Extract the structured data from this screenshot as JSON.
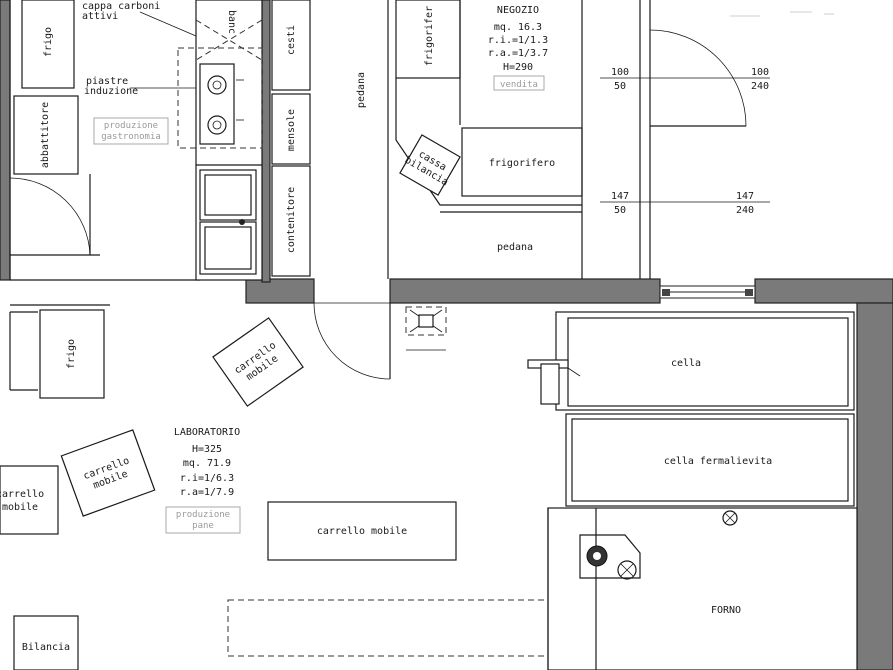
{
  "labels": {
    "cappa": "cappa carboni",
    "attivi": "attivi",
    "piastre": "piastre",
    "induzione": "induzione",
    "banco": "banc",
    "cestini": "cesti",
    "frigo_top": "frigo",
    "abbattitore": "abbattitore",
    "prod_gastro_1": "produzione",
    "prod_gastro_2": "gastronomia",
    "mensole": "mensole",
    "contenitore": "contenitore",
    "pedana_v": "pedana",
    "frigorifero_v": "frigorifer",
    "cassa_1": "cassa",
    "cassa_2": "bilancia",
    "frigorifero_h": "frigorifero",
    "pedana_h": "pedana",
    "frigo_mid": "frigo",
    "carrello_1a": "carrello",
    "carrello_1b": "mobile",
    "carrello_2a": "carrello",
    "carrello_2b": "mobile",
    "carrello_3a": "carrello",
    "carrello_3b": "mobile",
    "carrello_h": "carrello mobile",
    "cella": "cella",
    "cella_ferma": "cella fermalievita",
    "forno": "FORNO",
    "bilancia": "Bilancia"
  },
  "negozio": {
    "name": "NEGOZIO",
    "mq": "mq. 16.3",
    "ri": "r.i.=1/1.3",
    "ra": "r.a.=1/3.7",
    "h": "H=290",
    "use": "vendita"
  },
  "laboratorio": {
    "name": "LABORATORIO",
    "h": "H=325",
    "mq": "mq. 71.9",
    "ri": "r.i=1/6.3",
    "ra": "r.a=1/7.9",
    "use_1": "produzione",
    "use_2": "pane"
  },
  "windows": {
    "w1_a_top": "100",
    "w1_a_bot": "50",
    "w1_b_top": "100",
    "w1_b_bot": "240",
    "w2_a_top": "147",
    "w2_a_bot": "50",
    "w2_b_top": "147",
    "w2_b_bot": "240"
  }
}
